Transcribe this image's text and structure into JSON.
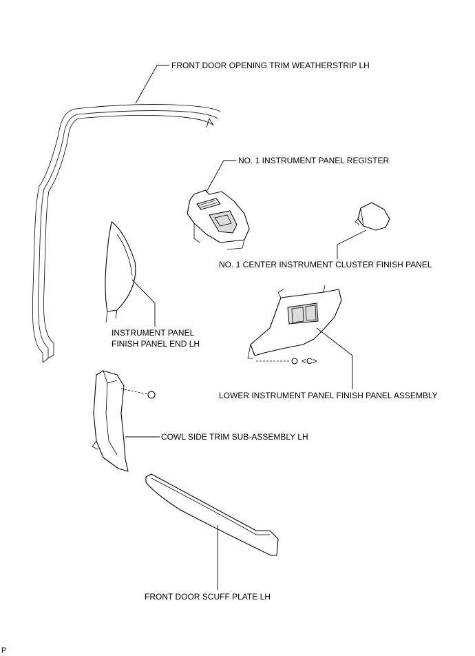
{
  "labels": {
    "weatherstrip": "FRONT DOOR OPENING TRIM WEATHERSTRIP LH",
    "register": "NO. 1 INSTRUMENT PANEL REGISTER",
    "cluster": "NO. 1 CENTER INSTRUMENT CLUSTER FINISH PANEL",
    "end_panel_line1": "INSTRUMENT PANEL",
    "end_panel_line2": "FINISH PANEL END LH",
    "clip_c": "<C>",
    "lower_panel": "LOWER INSTRUMENT PANEL FINISH PANEL ASSEMBLY",
    "cowl": "COWL SIDE TRIM SUB-ASSEMBLY LH",
    "scuff": "FRONT DOOR SCUFF PLATE LH",
    "page_mark": "P"
  }
}
